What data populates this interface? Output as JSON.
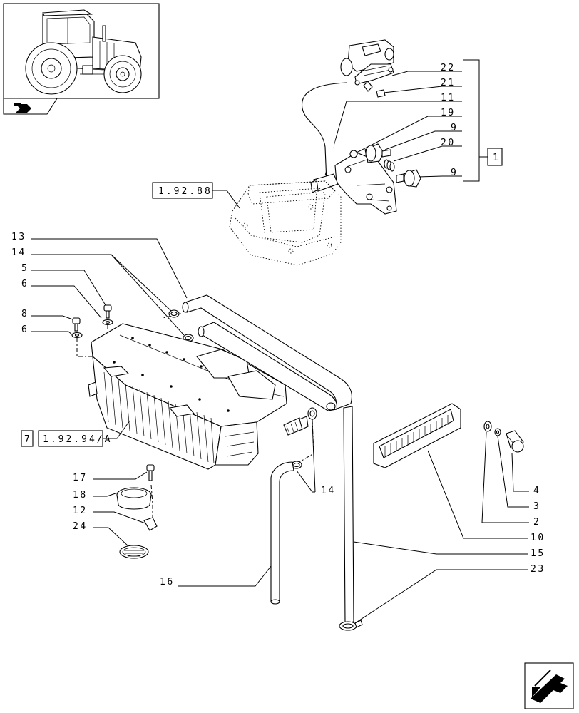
{
  "callouts": {
    "c22": "22",
    "c21": "21",
    "c11": "11",
    "c19": "19",
    "c9a": "9",
    "c20": "20",
    "c9b": "9",
    "c13": "13",
    "c14a": "14",
    "c5": "5",
    "c6a": "6",
    "c8": "8",
    "c6b": "6",
    "c17": "17",
    "c18": "18",
    "c12": "12",
    "c24": "24",
    "c14b": "14",
    "c16": "16",
    "c4": "4",
    "c3": "3",
    "c2": "2",
    "c10": "10",
    "c15": "15",
    "c23": "23"
  },
  "group_ref": "1",
  "refs": {
    "ref_upper": "1.92.88",
    "ref_lower_num": "7",
    "ref_lower": "1.92.94/A"
  },
  "icons": {
    "thumbnail": "tractor-thumbnail-icon",
    "section": "book-section-icon",
    "nav": "next-page-arrow-icon"
  }
}
